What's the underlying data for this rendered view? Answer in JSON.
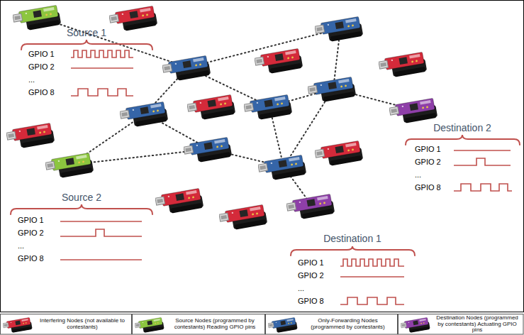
{
  "diagram": {
    "labels": [
      "Source 1",
      "GPIO 1",
      "GPIO 2",
      "...",
      "GPIO 8",
      "Destination 2",
      "GPIO 1",
      "GPIO 2",
      "...",
      "GPIO 8",
      "Source 2",
      "GPIO 1",
      "GPIO 2",
      "...",
      "GPIO 8",
      "Destination 1",
      "GPIO 1",
      "GPIO 2",
      "...",
      "GPIO 8"
    ],
    "legend": [
      {
        "text": "Interfering Nodes (not available to contestants)"
      },
      {
        "text": "Source Nodes (programmed by contestants) Reading GPIO pins"
      },
      {
        "text": "Only-Forwarding Nodes (programmed by contestants)"
      },
      {
        "text": "Destination Nodes (programmed by contestants) Actuating GPIO pins"
      }
    ]
  }
}
